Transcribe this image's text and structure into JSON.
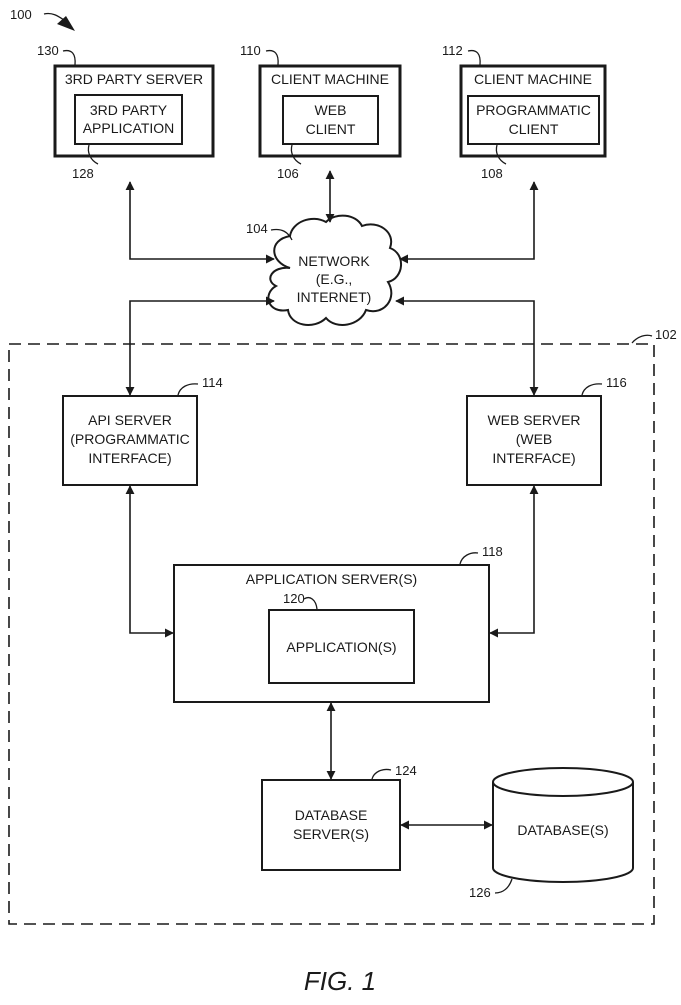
{
  "figure": {
    "ref": "100",
    "caption": "FIG. 1"
  },
  "system": {
    "ref": "102"
  },
  "network": {
    "ref": "104",
    "label": [
      "NETWORK",
      "(E.G.,",
      "INTERNET)"
    ]
  },
  "third_party_server": {
    "ref": "130",
    "title": "3RD PARTY SERVER",
    "app_ref": "128",
    "app_label": [
      "3RD PARTY",
      "APPLICATION"
    ]
  },
  "client_machine_web": {
    "ref": "110",
    "title": "CLIENT MACHINE",
    "app_ref": "106",
    "app_label": [
      "WEB",
      "CLIENT"
    ]
  },
  "client_machine_prog": {
    "ref": "112",
    "title": "CLIENT MACHINE",
    "app_ref": "108",
    "app_label": [
      "PROGRAMMATIC",
      "CLIENT"
    ]
  },
  "api_server": {
    "ref": "114",
    "label": [
      "API SERVER",
      "(PROGRAMMATIC",
      "INTERFACE)"
    ]
  },
  "web_server": {
    "ref": "116",
    "label": [
      "WEB SERVER",
      "(WEB",
      "INTERFACE)"
    ]
  },
  "application_server": {
    "ref": "118",
    "title": "APPLICATION SERVER(S)",
    "app_ref": "120",
    "app_label": "APPLICATION(S)"
  },
  "database_server": {
    "ref": "124",
    "label": [
      "DATABASE",
      "SERVER(S)"
    ]
  },
  "database": {
    "ref": "126",
    "label": "DATABASE(S)"
  }
}
